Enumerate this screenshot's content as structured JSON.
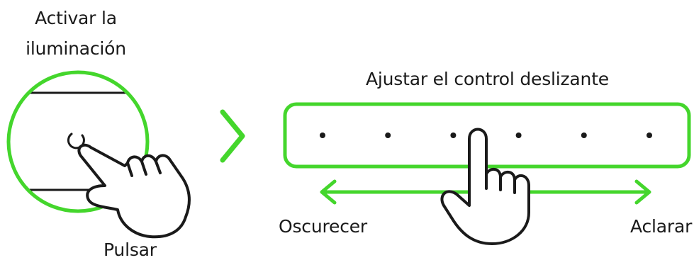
{
  "labels": {
    "activate_lighting": "Activar la iluminación",
    "tap": "Pulsar",
    "adjust_slider": "Ajustar el control deslizante",
    "dim": "Oscurecer",
    "brighten": "Aclarar"
  },
  "colors": {
    "accent": "#44d62c",
    "ink": "#1a1a1a"
  },
  "icons": [
    "power-icon",
    "hand-pointer-icon",
    "chevron-right-icon",
    "double-arrow-icon"
  ],
  "slider": {
    "dot_count": 6
  }
}
